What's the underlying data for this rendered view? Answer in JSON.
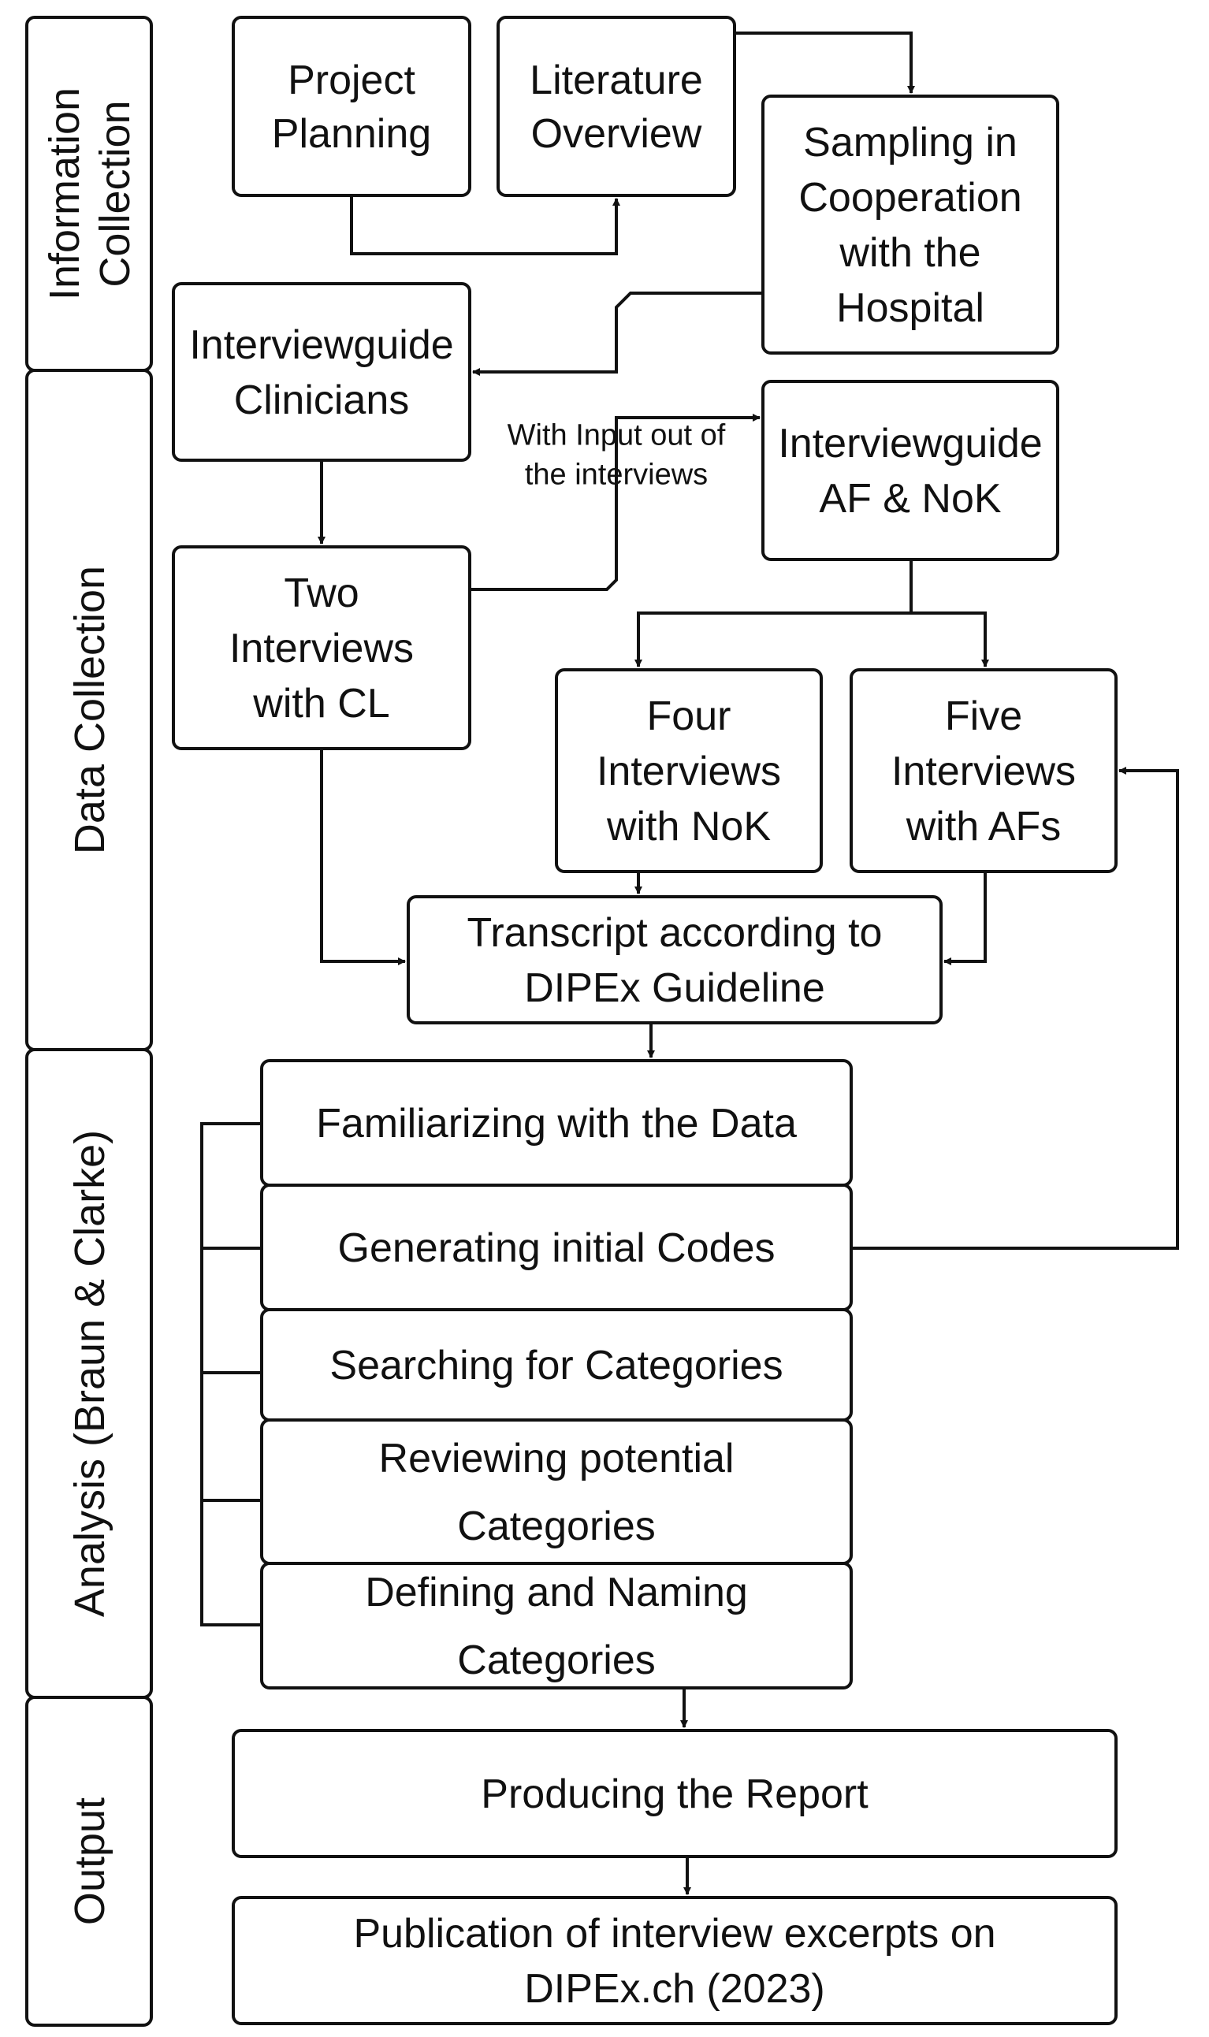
{
  "phases": {
    "information": [
      "Information",
      "Collection"
    ],
    "data": [
      "Data Collection"
    ],
    "analysis": [
      "Analysis (Braun & Clarke)"
    ],
    "output": [
      "Output"
    ]
  },
  "nodes": {
    "project_planning": [
      "Project",
      "Planning"
    ],
    "literature_overview": [
      "Literature",
      "Overview"
    ],
    "sampling": [
      "Sampling in",
      "Cooperation",
      "with the",
      "Hospital"
    ],
    "guide_clinicians": [
      "Interviewguide",
      "Clinicians"
    ],
    "guide_af_nok": [
      "Interviewguide",
      "AF & NoK"
    ],
    "two_interviews": [
      "Two",
      "Interviews",
      "with CL"
    ],
    "four_interviews": [
      "Four",
      "Interviews",
      "with NoK"
    ],
    "five_interviews": [
      "Five",
      "Interviews",
      "with AFs"
    ],
    "transcript": [
      "Transcript according to",
      "DIPEx Guideline"
    ],
    "familiarizing": [
      "Familiarizing with the Data"
    ],
    "generating_codes": [
      "Generating initial Codes"
    ],
    "searching_categories": [
      "Searching for Categories"
    ],
    "reviewing_categories": [
      "Reviewing potential",
      "Categories"
    ],
    "defining_categories": [
      "Defining and Naming",
      "Categories"
    ],
    "producing_report": [
      "Producing the Report"
    ],
    "publication": [
      "Publication of interview excerpts on",
      "DIPEx.ch (2023)"
    ]
  },
  "annotations": {
    "interview_input": [
      "With Input out of",
      "the interviews"
    ]
  }
}
